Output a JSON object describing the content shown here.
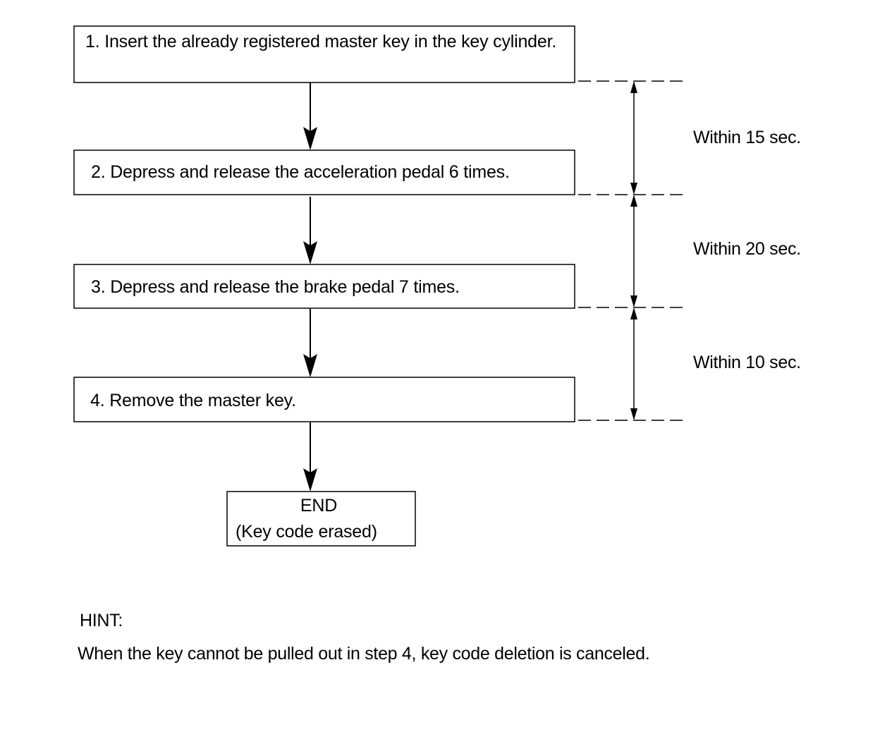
{
  "steps": [
    {
      "label": "1. Insert the already registered master key in the key cylinder."
    },
    {
      "label": "2. Depress and release the acceleration pedal 6 times."
    },
    {
      "label": "3. Depress and release the brake pedal 7 times."
    },
    {
      "label": "4. Remove the master key."
    }
  ],
  "end": {
    "title": "END",
    "subtitle": "(Key code erased)"
  },
  "intervals": [
    {
      "label": "Within 15 sec."
    },
    {
      "label": "Within 20 sec."
    },
    {
      "label": "Within 10 sec."
    }
  ],
  "hint": {
    "title": "HINT:",
    "text": "When the key cannot be pulled out in step 4, key code deletion is canceled."
  }
}
